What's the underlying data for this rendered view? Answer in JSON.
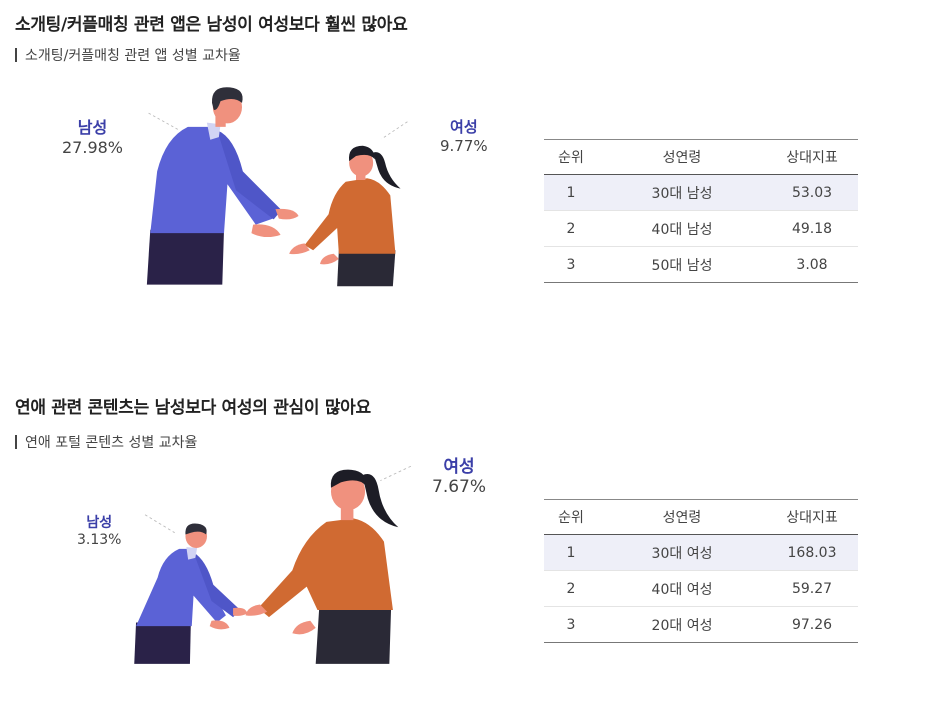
{
  "colors": {
    "male_shirt": "#5b62d6",
    "male_pants": "#2a2248",
    "female_top": "#d06a32",
    "female_pants": "#2a2936",
    "label_accent": "#3b3fa8"
  },
  "sections": [
    {
      "title": "소개팅/커플매칭 관련 앱은 남성이 여성보다 훨씬 많아요",
      "subtitle": "소개팅/커플매칭 관련 앱 성별 교차율",
      "male": {
        "label": "남성",
        "pct": "27.98%"
      },
      "female": {
        "label": "여성",
        "pct": "9.77%"
      },
      "table": {
        "headers": [
          "순위",
          "성연령",
          "상대지표"
        ],
        "rows": [
          [
            "1",
            "30대 남성",
            "53.03"
          ],
          [
            "2",
            "40대 남성",
            "49.18"
          ],
          [
            "3",
            "50대 남성",
            "3.08"
          ]
        ]
      }
    },
    {
      "title": "연애 관련 콘텐츠는 남성보다 여성의 관심이 많아요",
      "subtitle": "연애 포털 콘텐츠 성별 교차율",
      "male": {
        "label": "남성",
        "pct": "3.13%"
      },
      "female": {
        "label": "여성",
        "pct": "7.67%"
      },
      "table": {
        "headers": [
          "순위",
          "성연령",
          "상대지표"
        ],
        "rows": [
          [
            "1",
            "30대 여성",
            "168.03"
          ],
          [
            "2",
            "40대 여성",
            "59.27"
          ],
          [
            "3",
            "20대 여성",
            "97.26"
          ]
        ]
      }
    }
  ],
  "chart_data": [
    {
      "type": "table",
      "title": "소개팅/커플매칭 관련 앱은 남성이 여성보다 훨씬 많아요",
      "categories": [
        "남성",
        "여성"
      ],
      "values": [
        27.98,
        9.77
      ],
      "columns": [
        "순위",
        "성연령",
        "상대지표"
      ],
      "rows": [
        [
          1,
          "30대 남성",
          53.03
        ],
        [
          2,
          "40대 남성",
          49.18
        ],
        [
          3,
          "50대 남성",
          3.08
        ]
      ]
    },
    {
      "type": "table",
      "title": "연애 관련 콘텐츠는 남성보다 여성의 관심이 많아요",
      "categories": [
        "남성",
        "여성"
      ],
      "values": [
        3.13,
        7.67
      ],
      "columns": [
        "순위",
        "성연령",
        "상대지표"
      ],
      "rows": [
        [
          1,
          "30대 여성",
          168.03
        ],
        [
          2,
          "40대 여성",
          59.27
        ],
        [
          3,
          "20대 여성",
          97.26
        ]
      ]
    }
  ]
}
